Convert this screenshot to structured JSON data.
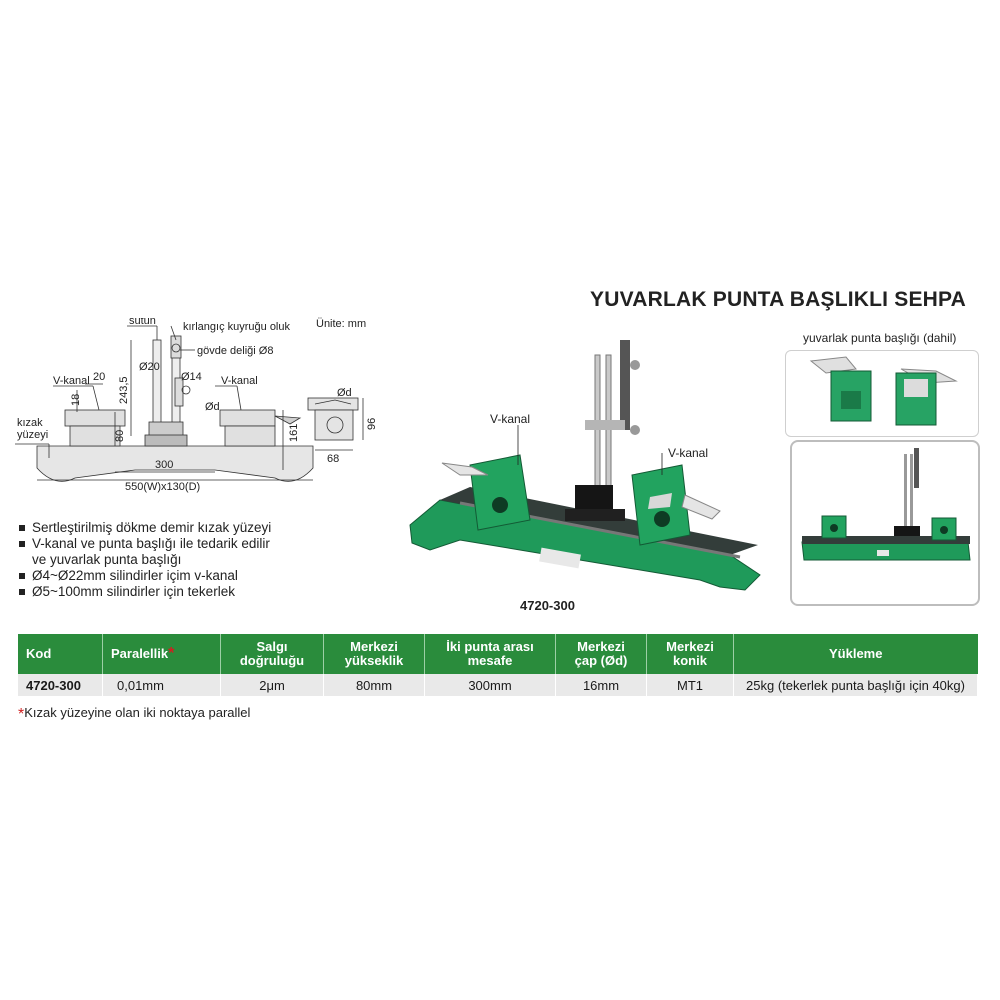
{
  "title": "YUVARLAK PUNTA BAŞLIKLI SEHPA",
  "unit_note": "Ünite: mm",
  "drawing": {
    "labels": {
      "column": "sütun",
      "dovetail": "kırlangıç kuyruğu oluk",
      "body_hole": "gövde deliği Ø8",
      "d20": "Ø20",
      "d14": "Ø14",
      "dd_mid": "Ød",
      "dd_side": "Ød",
      "vchannel_left": "V-kanal",
      "vchannel_right": "V-kanal",
      "slide_surface_1": "kızak",
      "slide_surface_2": "yüzeyi",
      "dim_20": "20",
      "dim_18": "18",
      "dim_243_5": "243,5",
      "dim_80": "80",
      "dim_300": "300",
      "dim_161": "161",
      "dim_96": "96",
      "dim_68": "68",
      "dim_base": "550(W)x130(D)"
    }
  },
  "features": [
    "Sertleştirilmiş dökme demir kızak yüzeyi",
    "V-kanal ve punta başlığı ile tedarik edilir",
    "ve yuvarlak punta başlığı",
    "Ø4~Ø22mm silindirler içim v-kanal",
    "Ø5~100mm silindirler için tekerlek"
  ],
  "product": {
    "vchannel_left": "V-kanal",
    "vchannel_right": "V-kanal",
    "model": "4720-300"
  },
  "accessory": {
    "label": "yuvarlak punta başlığı (dahil)"
  },
  "table": {
    "headers": {
      "code": "Kod",
      "parallel": "Paralellik",
      "parallel_mark": "*",
      "runout_1": "Salgı",
      "runout_2": "doğruluğu",
      "center_h_1": "Merkezi",
      "center_h_2": "yükseklik",
      "distance_1": "İki punta arası",
      "distance_2": "mesafe",
      "center_d_1": "Merkezi",
      "center_d_2": "çap (Ød)",
      "center_t_1": "Merkezi",
      "center_t_2": "konik",
      "load": "Yükleme"
    },
    "row": {
      "code": "4720-300",
      "parallel": "0,01mm",
      "runout": "2μm",
      "center_h": "80mm",
      "distance": "300mm",
      "center_d": "16mm",
      "center_t": "MT1",
      "load": "25kg (tekerlek punta başlığı için 40kg)"
    }
  },
  "footnote": {
    "mark": "*",
    "text": "Kızak yüzeyine olan iki noktaya parallel"
  },
  "colors": {
    "brand_green": "#2a8c3c",
    "machine_green": "#1f9a5a",
    "row_grey": "#e9e9e9",
    "star_red": "#d02020"
  }
}
